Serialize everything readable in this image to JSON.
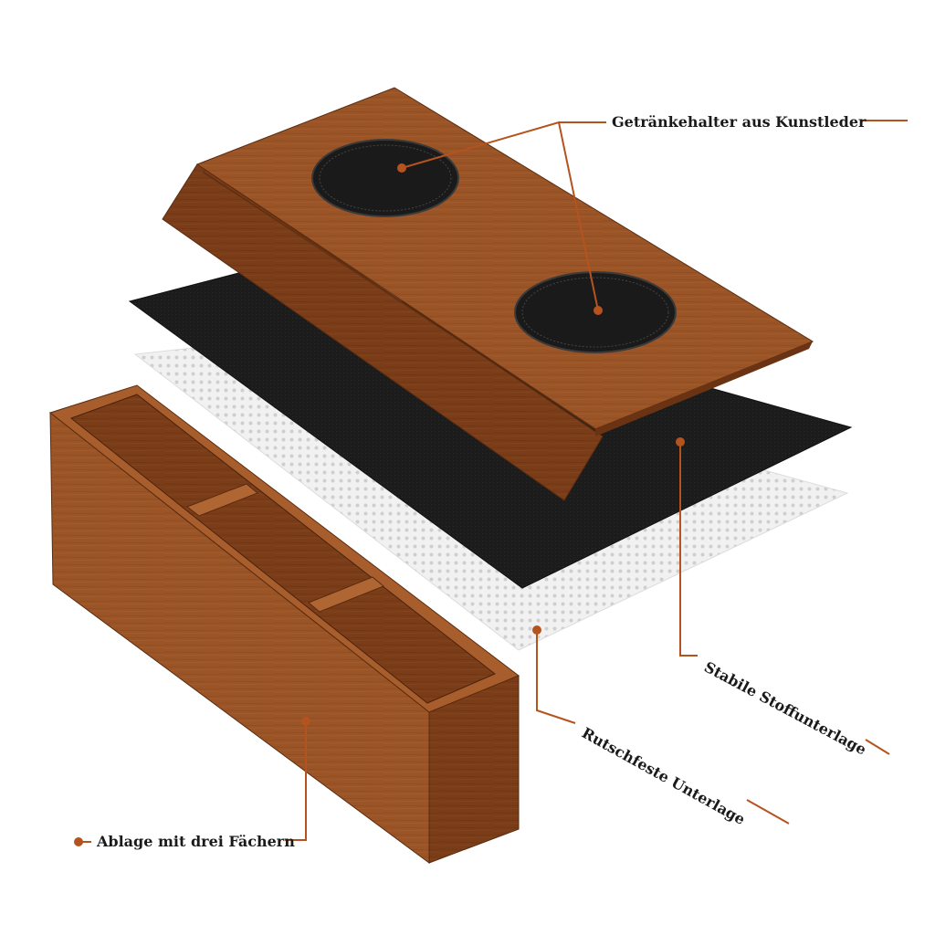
{
  "annotations": {
    "cup_holder": "Getränkehalter aus Kunstleder",
    "fabric_base": "Stabile Stoffunterlage",
    "nonslip_base": "Rutschfeste Unterlage",
    "storage": "Ablage mit drei Fächern"
  },
  "colors": {
    "accent": "#b5531f",
    "wood": "#9a5426",
    "wood_dark": "#6e3615",
    "felt": "#1e1e1e",
    "mesh": "#ececec"
  }
}
